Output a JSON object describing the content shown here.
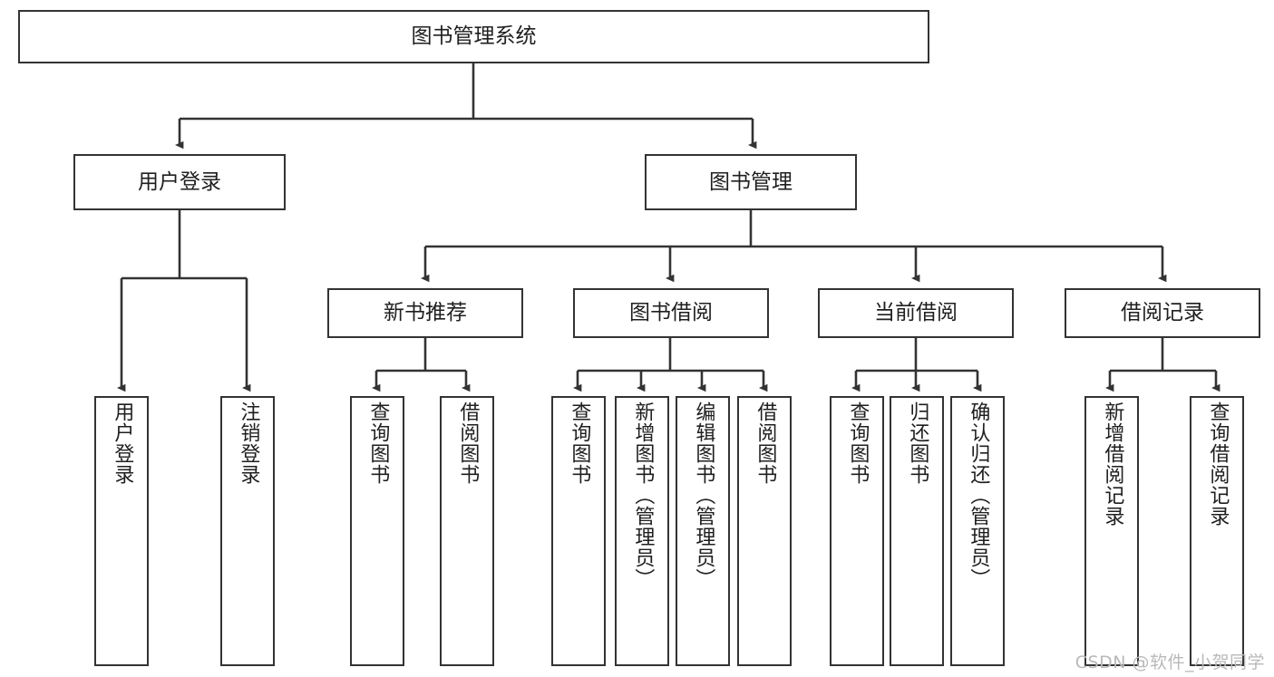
{
  "diagram": {
    "title": "图书管理系统",
    "type": "tree-hierarchy-diagram",
    "colors": {
      "box_border": "#333333",
      "box_fill": "#ffffff",
      "connector": "#333333",
      "text": "#1f1f1f",
      "watermark": "#b9b9b9"
    },
    "root": {
      "label": "图书管理系统"
    },
    "level2": [
      {
        "label": "用户登录"
      },
      {
        "label": "图书管理"
      }
    ],
    "level3": [
      {
        "label": "新书推荐"
      },
      {
        "label": "图书借阅"
      },
      {
        "label": "当前借阅"
      },
      {
        "label": "借阅记录"
      }
    ],
    "leaves": {
      "user_login": [
        {
          "label": "用户登录"
        },
        {
          "label": "注销登录"
        }
      ],
      "new_book_recommend": [
        {
          "label": "查询图书"
        },
        {
          "label": "借阅图书"
        }
      ],
      "book_borrow": [
        {
          "label": "查询图书"
        },
        {
          "label": "新增图书（管理员）"
        },
        {
          "label": "编辑图书（管理员）"
        },
        {
          "label": "借阅图书"
        }
      ],
      "current_borrow": [
        {
          "label": "查询图书"
        },
        {
          "label": "归还图书"
        },
        {
          "label": "确认归还（管理员）"
        }
      ],
      "borrow_record": [
        {
          "label": "新增借阅记录"
        },
        {
          "label": "查询借阅记录"
        }
      ]
    },
    "watermark": "CSDN @软件_小贺同学"
  }
}
